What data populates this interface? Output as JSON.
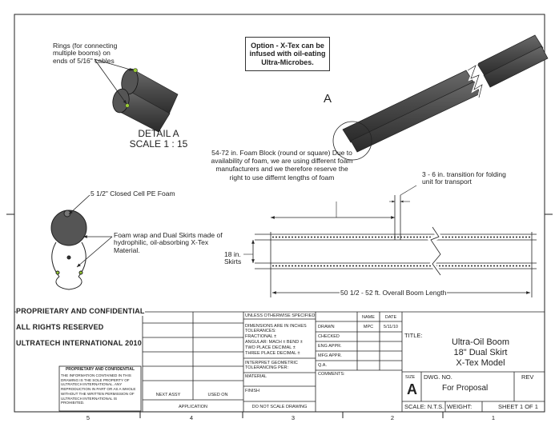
{
  "detail": {
    "rings_note": "Rings (for connecting multiple booms) on ends of 5/16\" cables",
    "title": "DETAIL A",
    "scale": "SCALE 1 : 15",
    "view_letter": "A"
  },
  "option_note": "Option - X-Tex can be infused with oil-eating Ultra-Microbes.",
  "annotations": {
    "foam_block": "54-72 in. Foam Block (round or square) Due to availability of foam, we are using different foam manufacturers and we therefore reserve the right to use differnt lengths of foam",
    "transition": "3 - 6 in. transition for folding unit for transport",
    "cell_foam": "5 1/2\" Closed Cell PE Foam",
    "foam_wrap": "Foam wrap and Dual Skirts made of hydrophilic, oil-absorbing X-Tex Material.",
    "skirts": "18 in. Skirts",
    "overall_length": "50 1/2 - 52 ft. Overall Boom Length"
  },
  "proprietary": {
    "line1": "PROPRIETARY AND CONFIDENTIAL",
    "line2": "ALL RIGHTS RESERVED",
    "line3": "ULTRATECH INTERNATIONAL 2010",
    "box_title": "PROPRIETARY AND CONFIDENTIAL",
    "box_text": "THE INFORMATION CONTAINED IN THIS DRAWING IS THE SOLE PROPERTY OF ULTRATECH INTERNATIONAL. ANY REPRODUCTION IN PART OR AS A WHOLE WITHOUT THE WRITTEN PERMISSION OF ULTRATECH INTERNATIONAL IS PROHIBITED."
  },
  "title_block": {
    "next_assy": "NEXT ASSY",
    "used_on": "USED ON",
    "application": "APPLICATION",
    "unless": "UNLESS OTHERWISE SPECIFIED:",
    "dims": "DIMENSIONS ARE IN INCHES",
    "tolerances": "TOLERANCES:",
    "fractional": "FRACTIONAL ±",
    "angular": "ANGULAR: MACH ±   BEND ±",
    "two_place": "TWO PLACE DECIMAL  ±",
    "three_place": "THREE PLACE DECIMAL  ±",
    "interpret": "INTERPRET GEOMETRIC TOLERANCING PER:",
    "material": "MATERIAL",
    "finish": "FINISH",
    "do_not_scale": "DO NOT SCALE DRAWING",
    "name_hdr": "NAME",
    "date_hdr": "DATE",
    "drawn": "DRAWN",
    "drawn_name": "MPC",
    "drawn_date": "5/11/10",
    "checked": "CHECKED",
    "eng_appr": "ENG APPR.",
    "mfg_appr": "MFG APPR.",
    "qa": "Q.A.",
    "comments": "COMMENTS:",
    "title_label": "TITLE:",
    "title_1": "Ultra-Oil Boom",
    "title_2": "18\" Dual Skirt",
    "title_3": "X-Tex Model",
    "size_label": "SIZE",
    "size_value": "A",
    "dwg_label": "DWG.  NO.",
    "dwg_value": "For Proposal",
    "rev_label": "REV",
    "scale_value": "SCALE: N.T.S.",
    "weight": "WEIGHT:",
    "sheet": "SHEET 1 OF 1"
  },
  "zones": [
    "5",
    "4",
    "3",
    "2",
    "1"
  ]
}
